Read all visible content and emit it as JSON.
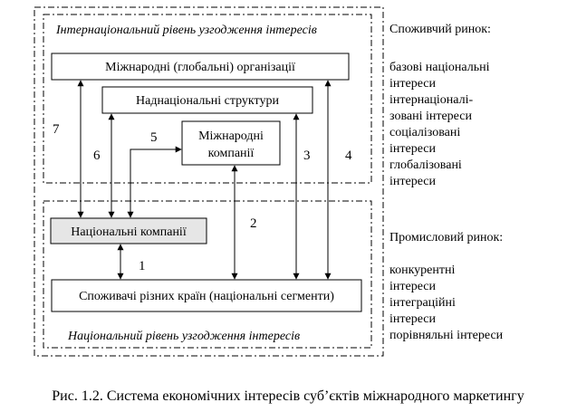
{
  "diagram": {
    "intl_level_label": "Інтернаціональний рівень узгодження інтересів",
    "national_level_label": "Національний рівень узгодження інтересів",
    "boxes": {
      "intl_orgs": "Міжнародні (глобальні) організації",
      "supranational": "Наднаціональні структури",
      "intl_companies_1": "Міжнародні",
      "intl_companies_2": "компанії",
      "national_companies": "Національні компанії",
      "consumers": "Споживачі різних країн (національні сегменти)"
    },
    "links": [
      "1",
      "2",
      "3",
      "4",
      "5",
      "6",
      "7"
    ],
    "fill_national_companies": "#e6e6e6"
  },
  "consumer_market": {
    "title": "Споживчий ринок:",
    "lines": [
      "базові національні",
      "інтереси",
      "інтернаціоналі-",
      "зовані інтереси",
      "соціалізовані",
      "інтереси",
      "глобалізовані",
      "інтереси"
    ]
  },
  "industrial_market": {
    "title": "Промисловий ринок:",
    "lines": [
      "конкурентні",
      "інтереси",
      "інтеграційні",
      "інтереси",
      "порівняльні інтереси"
    ]
  },
  "caption": "Рис. 1.2. Система економічних інтересів суб’єктів міжнародного маркетингу"
}
